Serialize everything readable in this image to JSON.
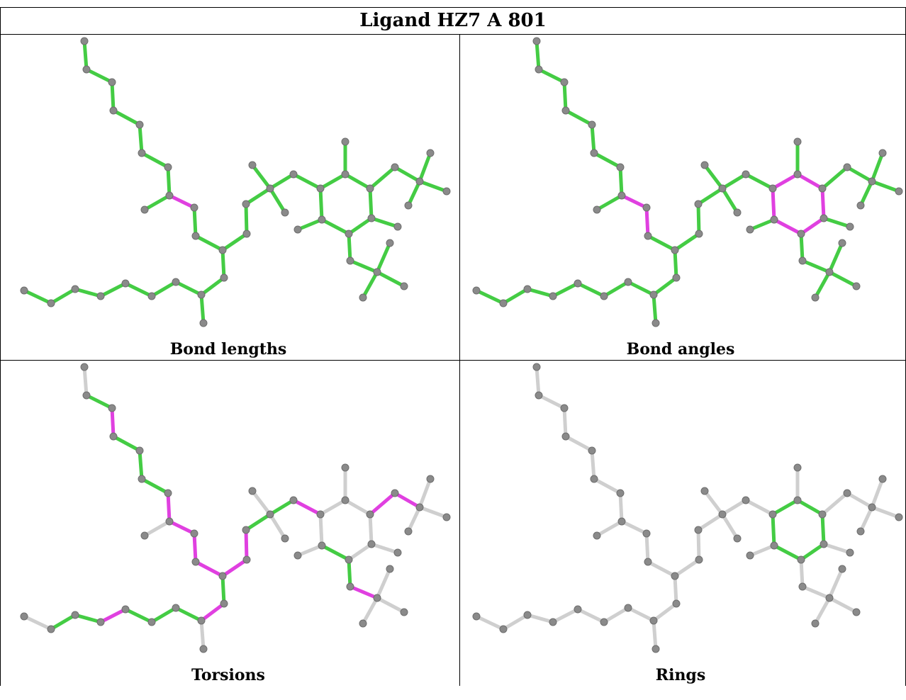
{
  "title": "Ligand HZ7 A 801",
  "panels": [
    {
      "caption": "Bond lengths",
      "scheme": "lengths"
    },
    {
      "caption": "Bond angles",
      "scheme": "angles"
    },
    {
      "caption": "Torsions",
      "scheme": "torsions"
    },
    {
      "caption": "Rings",
      "scheme": "rings"
    }
  ],
  "colors": {
    "outlier": "#e040e0",
    "good": "#44cc44",
    "unassessed": "#cfcfcf",
    "atom": "#8a8a8a"
  }
}
